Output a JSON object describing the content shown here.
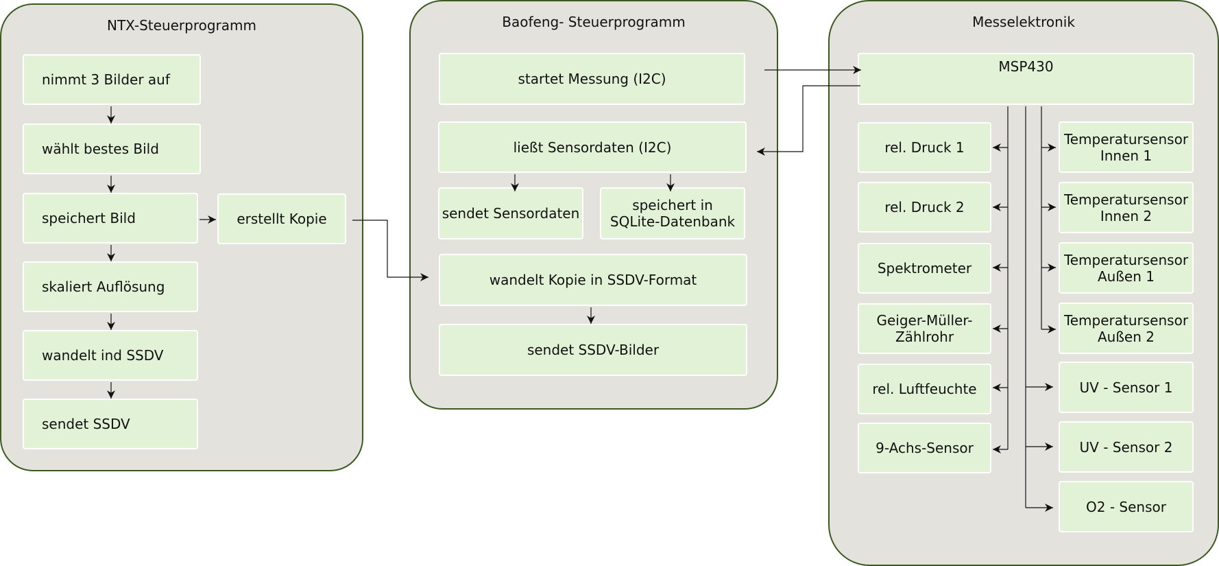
{
  "groups": {
    "ntx": {
      "title": "NTX-Steuerprogramm",
      "steps": [
        "nimmt 3 Bilder auf",
        "wählt bestes Bild",
        "speichert Bild",
        "skaliert Auflösung",
        "wandelt ind SSDV",
        "sendet SSDV"
      ],
      "copy": "erstellt Kopie"
    },
    "baofeng": {
      "title": "Baofeng- Steuerprogramm",
      "start": "startet Messung (I2C)",
      "read": "ließt Sensordaten (I2C)",
      "send_data": "sendet Sensordaten",
      "store": "speichert in\nSQLite-Datenbank",
      "convert": "wandelt Kopie in SSDV-Format",
      "send_images": "sendet SSDV-Bilder"
    },
    "mess": {
      "title": "Messelektronik",
      "mcu": "MSP430",
      "left_sensors": [
        "rel. Druck 1",
        "rel. Druck 2",
        "Spektrometer",
        "Geiger-Müller-\nZählrohr",
        "rel. Luftfeuchte",
        "9-Achs-Sensor"
      ],
      "right_sensors": [
        "Temperatursensor\nInnen 1",
        "Temperatursensor\nInnen 2",
        "Temperatursensor\nAußen 1",
        "Temperatursensor\nAußen 2",
        "UV - Sensor 1",
        "UV - Sensor 2",
        "O2 - Sensor"
      ]
    }
  }
}
